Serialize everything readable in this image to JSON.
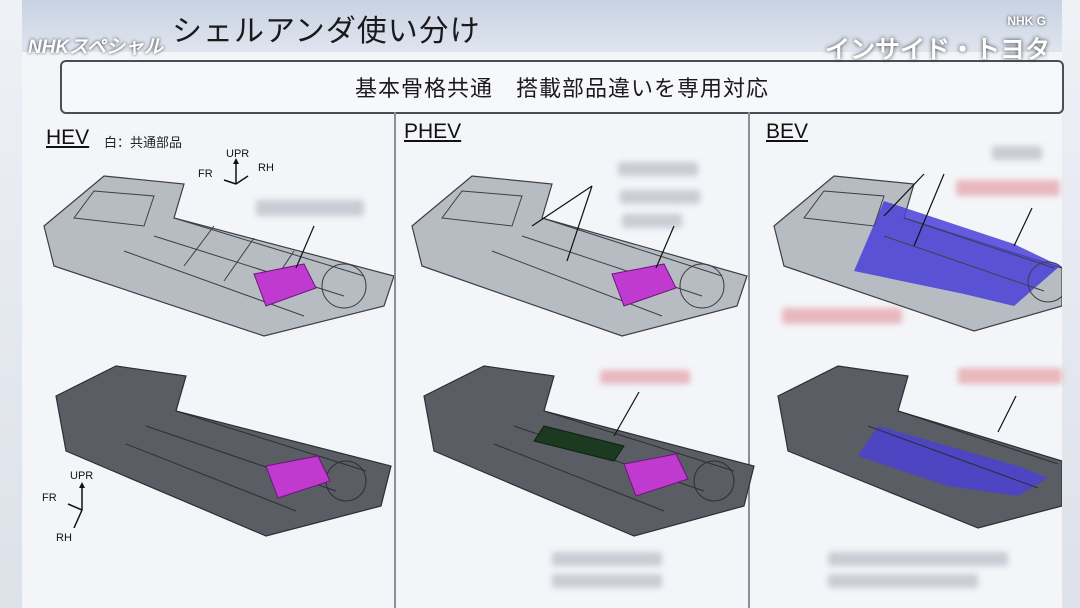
{
  "broadcast": {
    "left_logo": "NHKスペシャル",
    "right_logo": "インサイド・トヨタ",
    "right_logo_small": "NHK G"
  },
  "slide": {
    "title": "シェルアンダ使い分け",
    "banner": "基本骨格共通　搭載部品違いを専用対応"
  },
  "columns": [
    {
      "label": "HEV",
      "note": "白：共通部品"
    },
    {
      "label": "PHEV"
    },
    {
      "label": "BEV"
    }
  ],
  "axes": {
    "up": "UPR",
    "front": "FR",
    "right": "RH"
  },
  "colors": {
    "accent_magenta": "#c03ad0",
    "accent_blue": "#4a3fd8",
    "frame": "#9aa0a8"
  }
}
